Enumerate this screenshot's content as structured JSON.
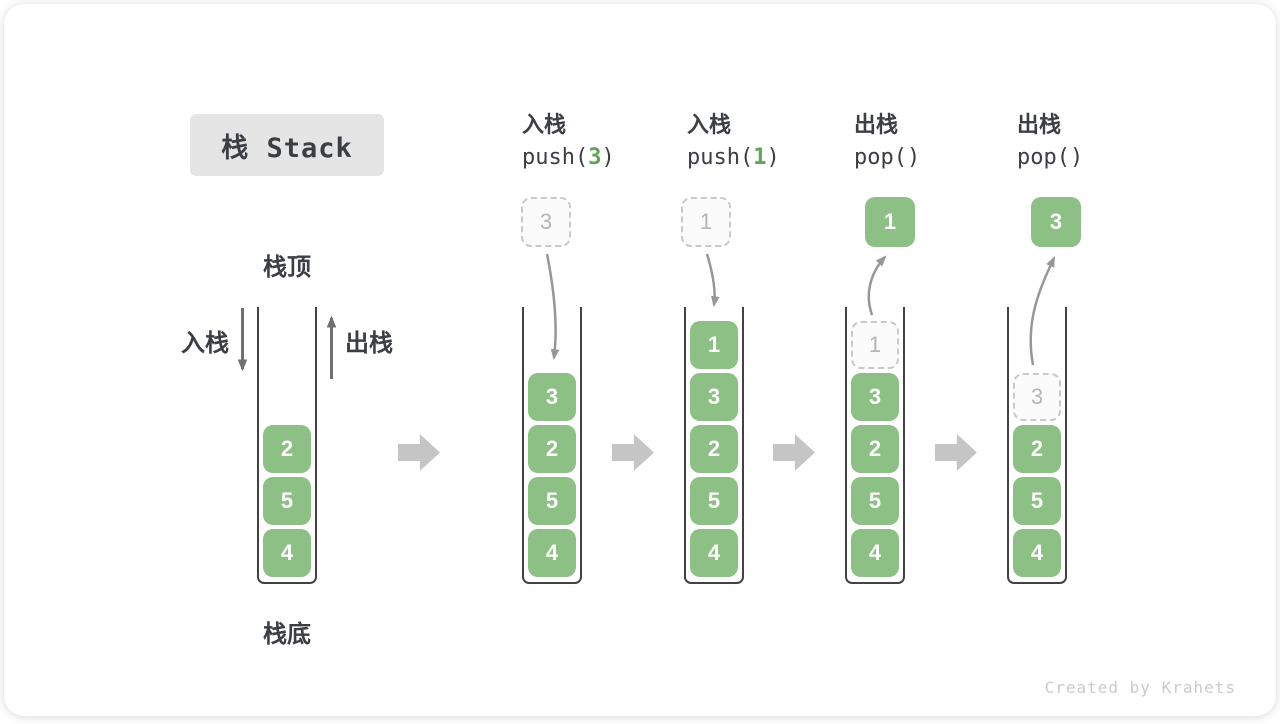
{
  "title": "栈 Stack",
  "labels": {
    "stack_top": "栈顶",
    "stack_bottom": "栈底",
    "push_side": "入栈",
    "pop_side": "出栈"
  },
  "operations": [
    {
      "name": "入栈",
      "code_pre": "push(",
      "code_arg": "3",
      "code_post": ")"
    },
    {
      "name": "入栈",
      "code_pre": "push(",
      "code_arg": "1",
      "code_post": ")"
    },
    {
      "name": "出栈",
      "code_pre": "pop()",
      "code_arg": "",
      "code_post": ""
    },
    {
      "name": "出栈",
      "code_pre": "pop()",
      "code_arg": "",
      "code_post": ""
    }
  ],
  "floating_boxes": [
    {
      "value": "3",
      "style": "dashed"
    },
    {
      "value": "1",
      "style": "dashed"
    },
    {
      "value": "1",
      "style": "solid"
    },
    {
      "value": "3",
      "style": "solid"
    }
  ],
  "stacks": [
    {
      "slots": [
        {
          "v": "2"
        },
        {
          "v": "5"
        },
        {
          "v": "4"
        }
      ]
    },
    {
      "slots": [
        {
          "v": "3"
        },
        {
          "v": "2"
        },
        {
          "v": "5"
        },
        {
          "v": "4"
        }
      ]
    },
    {
      "slots": [
        {
          "v": "1"
        },
        {
          "v": "3"
        },
        {
          "v": "2"
        },
        {
          "v": "5"
        },
        {
          "v": "4"
        }
      ]
    },
    {
      "slots": [
        {
          "v": "1",
          "ghost": true
        },
        {
          "v": "3"
        },
        {
          "v": "2"
        },
        {
          "v": "5"
        },
        {
          "v": "4"
        }
      ]
    },
    {
      "slots": [
        {
          "v": "3",
          "ghost": true
        },
        {
          "v": "2"
        },
        {
          "v": "5"
        },
        {
          "v": "4"
        }
      ]
    }
  ],
  "footer": "Created by Krahets",
  "colors": {
    "block_green": "#8CC084",
    "code_green": "#5FA357",
    "ink": "#3B3E44",
    "curve_arrow_gray": "#979797",
    "straight_arrow_gray": "#6F7072",
    "block_arrow_gray": "#C5C5C5",
    "dashed_border_gray": "#C9C9C9"
  }
}
